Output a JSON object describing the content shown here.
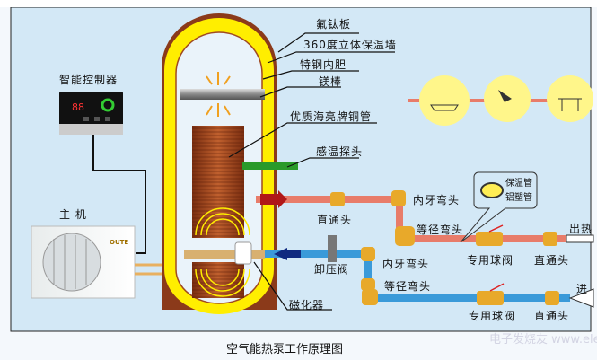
{
  "caption": "空气能热泵工作原理图",
  "labels": {
    "fluorine_titanium_plate": "氟钛板",
    "insulation_wall": "360度立体保温墙",
    "steel_liner": "特钢内胆",
    "magnesium_rod": "镁棒",
    "copper_coil": "优质海亮牌铜管",
    "temp_probe": "感温探头",
    "straight_joint_1": "直通头",
    "female_elbow_1": "内牙弯头",
    "equal_elbow_1": "等径弯头",
    "relief_valve": "卸压阀",
    "female_elbow_2": "内牙弯头",
    "equal_elbow_2": "等径弯头",
    "magnetizer": "磁化器",
    "ball_valve_1": "专用球阀",
    "straight_joint_2": "直通头",
    "hot_out": "出热",
    "ball_valve_2": "专用球阀",
    "straight_joint_3": "直通头",
    "cold_in": "进",
    "insulation_pipe": "保温管",
    "aluminum_plastic_pipe": "铝塑管",
    "controller": "智能控制器",
    "main_unit": "主 机",
    "controller_display": "88",
    "unit_brand": "OUTE"
  },
  "colors": {
    "background": "#d3e8f6",
    "tank_shell": "#8b3a1a",
    "insulation": "#ffee00",
    "hot_pipe": "#e87c6a",
    "cold_pipe": "#3a9ad9",
    "fitting": "#e8a92a",
    "coil": "#a0461f",
    "sensor": "#2a9a2a"
  },
  "watermark": "电子发烧友 www.elecfans.com"
}
